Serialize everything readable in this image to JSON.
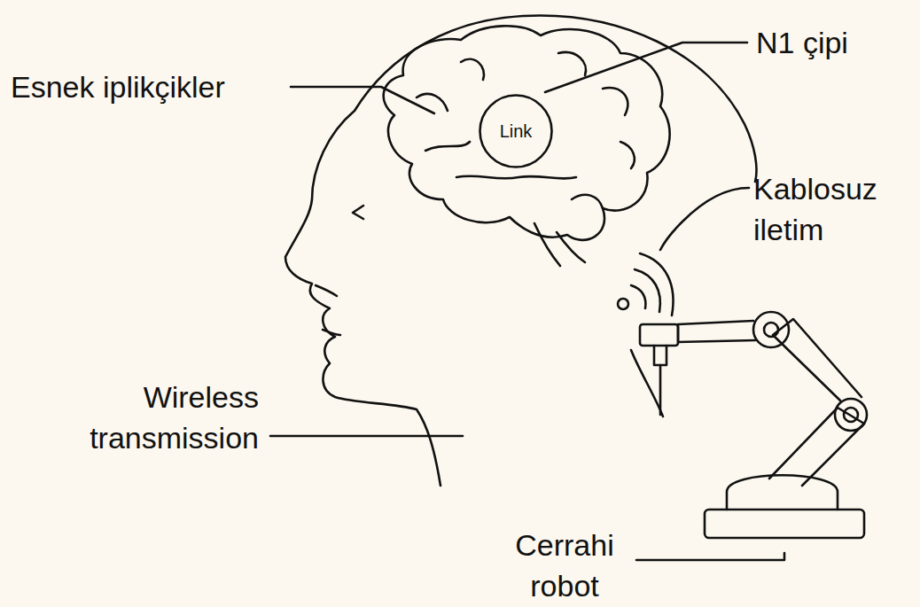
{
  "diagram": {
    "nodes": [
      {
        "text": [
          "Link"
        ]
      }
    ],
    "labels": [
      "Esnek iplikçikler",
      "N1 çipi",
      "Kablosuz iletim",
      "Wireless transmission",
      "Cerrahi robot"
    ]
  }
}
